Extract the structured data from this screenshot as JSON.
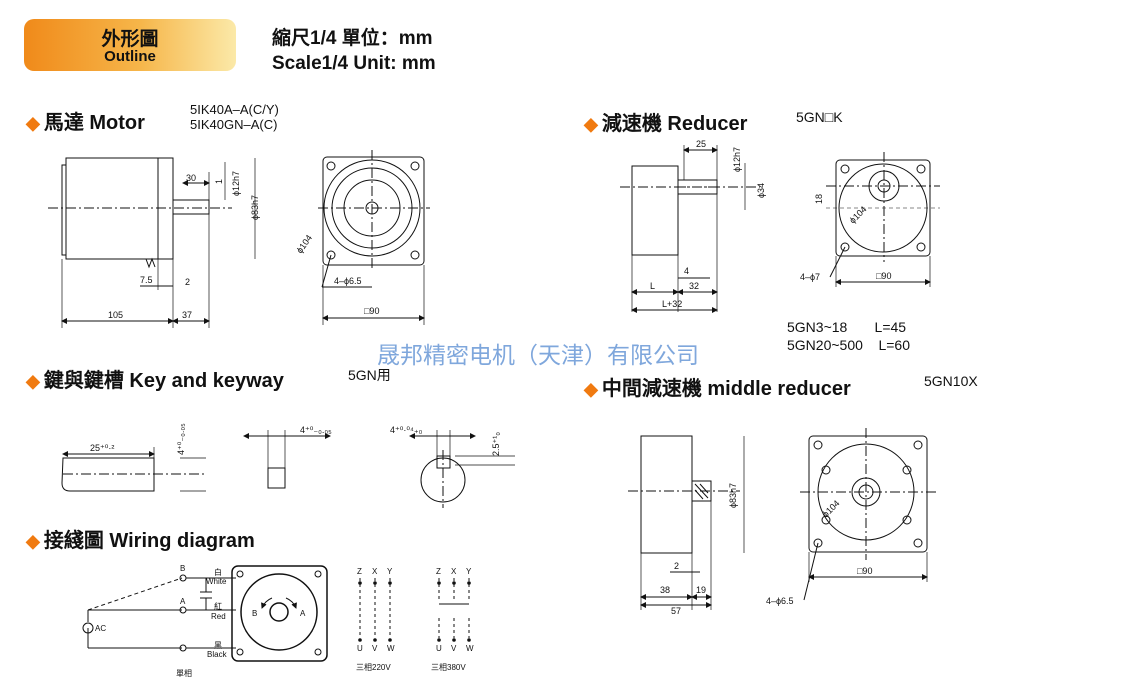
{
  "header": {
    "badge_cn": "外形圖",
    "badge_en": "Outline",
    "scale_cn": "縮尺1/4  單位：mm",
    "scale_en": "Scale1/4 Unit:  mm"
  },
  "sections": {
    "motor": {
      "title": "馬達 Motor",
      "models": [
        "5IK40A–A(C/Y)",
        "5IK40GN–A(C)"
      ]
    },
    "reducer": {
      "title": "減速機  Reducer",
      "model": "5GN□K"
    },
    "key": {
      "title": "鍵與鍵槽  Key and keyway",
      "model": "5GN用"
    },
    "middle": {
      "title": "中間減速機  middle reducer",
      "model": "5GN10X"
    },
    "wiring": {
      "title": "接綫圖   Wiring diagram"
    }
  },
  "reducer_lengths": [
    "5GN3~18       L=45",
    "5GN20~500    L=60"
  ],
  "watermark": "晟邦精密电机（天津）有限公司",
  "dims": {
    "motor": {
      "d30": "30",
      "d1": "1",
      "phi12": "ϕ12h7",
      "phi83": "ϕ83h7",
      "d75": "7.5",
      "d2": "2",
      "d105": "105",
      "d37": "37",
      "phi104": "ϕ104",
      "holes": "4–ϕ6.5",
      "sq90": "□90"
    },
    "reducer": {
      "d25": "25",
      "phi12": "ϕ12h7",
      "phi34": "ϕ34",
      "d4": "4",
      "L": "L",
      "d32": "32",
      "L32": "L+32",
      "d18": "18",
      "phi104": "ϕ104",
      "holes": "4–ϕ7",
      "sq90": "□90"
    },
    "key": {
      "len": "25⁺⁰·²",
      "w": "4⁺⁰₋₀.₀₅",
      "w2": "4⁺⁰₋₀.₀₅",
      "slot": "4⁺⁰·⁰⁴₊₀",
      "depth": "2.5⁺¹₀"
    },
    "middle": {
      "phi83": "ϕ83h7",
      "d2": "2",
      "d38": "38",
      "d19": "19",
      "d57": "57",
      "phi104": "ϕ104",
      "sq90": "□90",
      "holes": "4–ϕ6.5"
    },
    "wiring": {
      "B": "B",
      "A": "A",
      "white": "White",
      "white_cn": "白",
      "red": "Red",
      "red_cn": "紅",
      "black": "Black",
      "black_cn": "黑",
      "ac": "AC",
      "single": "單相",
      "rotB": "B",
      "rotA": "A",
      "zxy": [
        "Z",
        "X",
        "Y"
      ],
      "uvw": [
        "U",
        "V",
        "W"
      ],
      "v220": "三相220V",
      "v380": "三相380V"
    }
  },
  "colors": {
    "accent": "#f07a10",
    "watermark": "#7fa7dc",
    "badge_start": "#f08a1a",
    "badge_end": "#fbe9a8"
  }
}
